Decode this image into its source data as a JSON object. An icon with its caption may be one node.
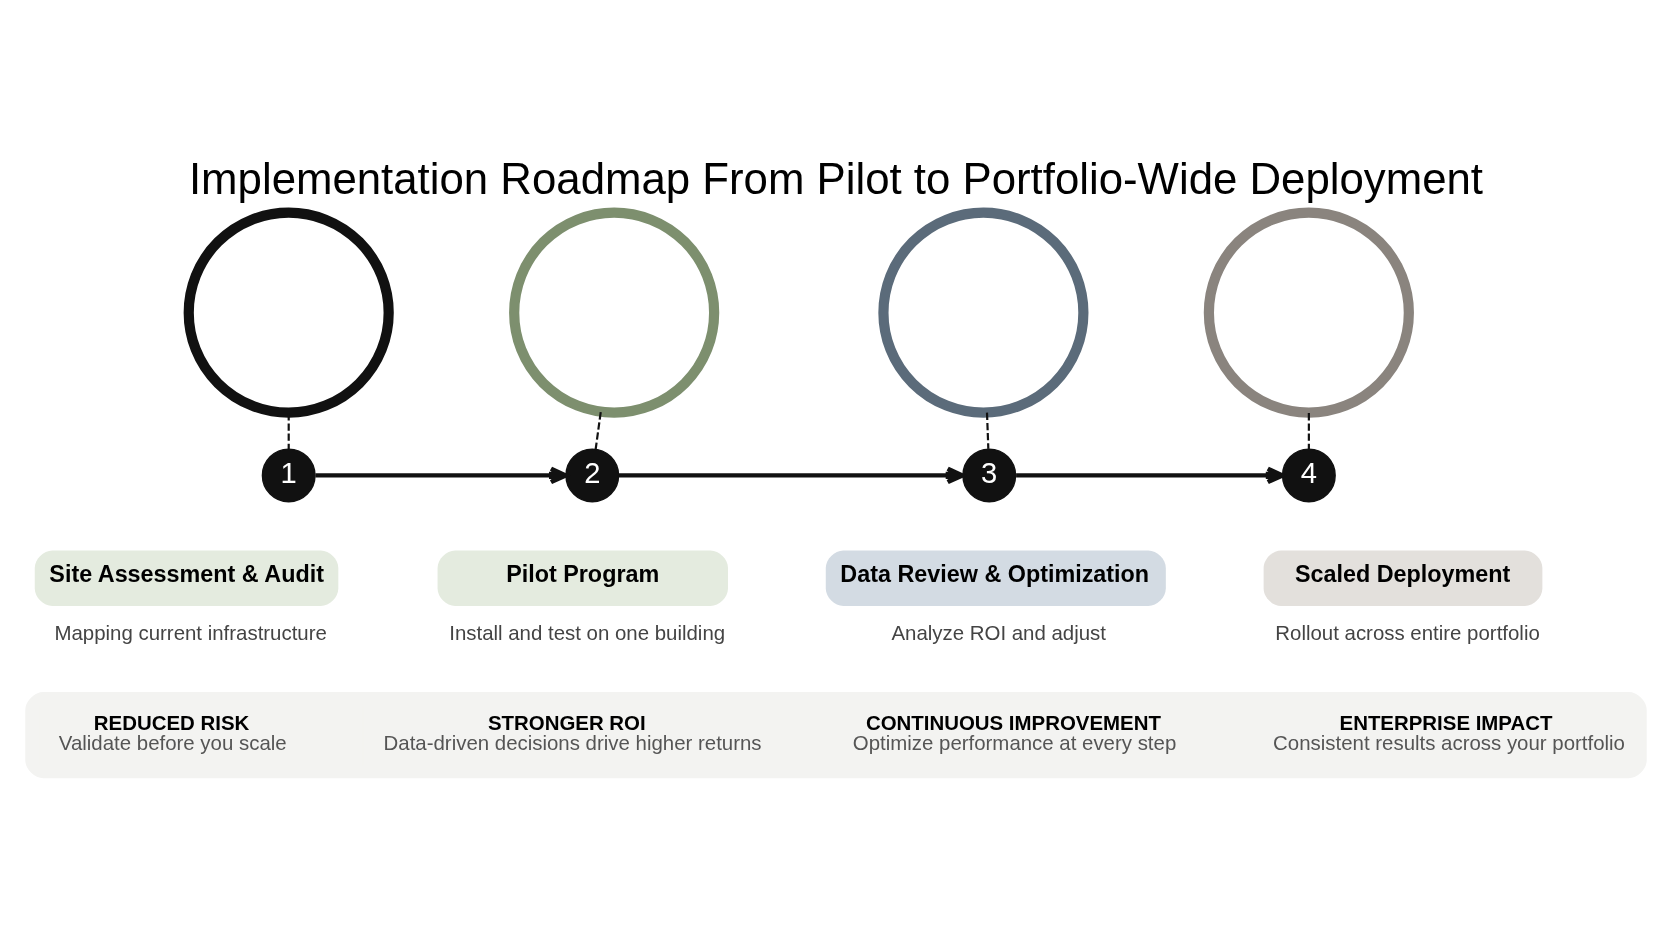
{
  "diagram": {
    "title": "Implementation Roadmap From Pilot to Portfolio-Wide Deployment",
    "nodes": [
      {
        "text": [],
        "shape": "circle"
      },
      {
        "text": [],
        "shape": "circle"
      },
      {
        "text": [],
        "shape": "circle"
      },
      {
        "text": [],
        "shape": "circle"
      },
      {
        "text": [
          "1"
        ]
      },
      {
        "text": [
          "2"
        ]
      },
      {
        "text": [
          "3"
        ]
      },
      {
        "text": [
          "4"
        ]
      },
      {
        "text": [
          "Site Assessment & Audit"
        ],
        "beside": [
          "Mapping current infrastructure"
        ]
      },
      {
        "text": [
          "Pilot Program"
        ],
        "beside": [
          "Install and test on one building"
        ]
      },
      {
        "text": [
          "Data Review & Optimization"
        ],
        "beside": [
          "Analyze ROI and adjust"
        ]
      },
      {
        "text": [
          "Scaled Deployment"
        ],
        "beside": [
          "Rollout across entire portfolio"
        ]
      },
      {
        "text": [],
        "shape": "box"
      },
      {
        "text": [
          "REDUCED RISK",
          "Validate before you scale"
        ],
        "in": 12
      },
      {
        "text": [
          "STRONGER ROI",
          "Data-driven decisions drive higher returns"
        ],
        "in": 12
      },
      {
        "text": [
          "CONTINUOUS IMPROVEMENT",
          "Optimize performance at every step"
        ],
        "in": 12
      },
      {
        "text": [
          "ENTERPRISE IMPACT",
          "Consistent results across your portfolio"
        ],
        "in": 12
      }
    ],
    "edges": [
      {
        "from": 0,
        "to": 4,
        "arrow": "none",
        "style": "dashed"
      },
      {
        "from": 1,
        "to": 5,
        "arrow": "none",
        "style": "dashed"
      },
      {
        "from": 2,
        "to": 6,
        "arrow": "none",
        "style": "dashed"
      },
      {
        "from": 3,
        "to": 7,
        "arrow": "none",
        "style": "dashed"
      },
      {
        "from": 4,
        "to": 5,
        "arrow": "to"
      },
      {
        "from": 5,
        "to": 6,
        "arrow": "to"
      },
      {
        "from": 6,
        "to": 7,
        "arrow": "to"
      }
    ]
  }
}
